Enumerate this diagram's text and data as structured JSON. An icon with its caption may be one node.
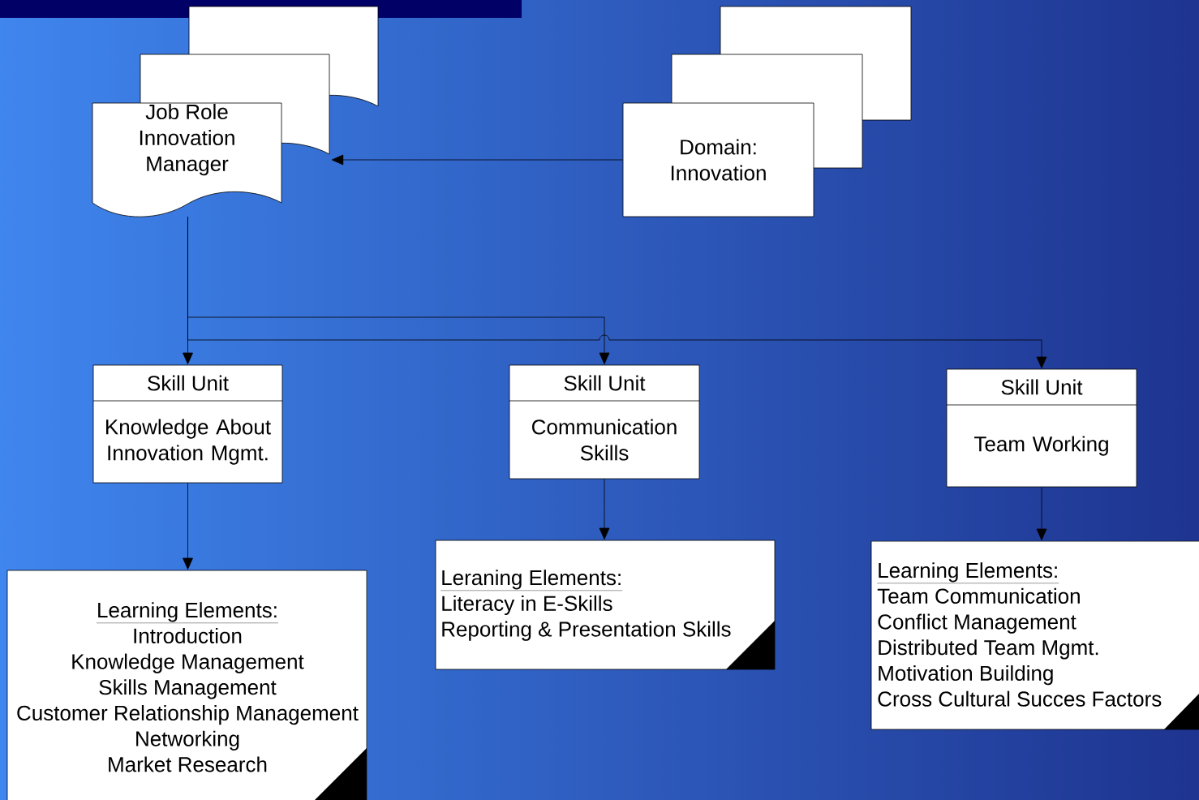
{
  "diagram": {
    "nodes": [
      {
        "text": [
          "Job Role Innovation Manager"
        ]
      },
      {
        "text": [
          "Domain: Innovation"
        ]
      },
      {
        "text": [
          "Skill Unit",
          "Knowledge About Innovation Mgmt."
        ]
      },
      {
        "text": [
          "Skill Unit",
          "Communication Skills"
        ]
      },
      {
        "text": [
          "Skill Unit",
          "Team Working"
        ]
      },
      {
        "text": [
          "Learning Elements:",
          "Introduction",
          "Knowledge Management",
          "Skills Management",
          "Customer Relationship Management",
          "Networking",
          "Market Research"
        ]
      },
      {
        "text": [
          "Leraning Elements:",
          "Literacy in E-Skills",
          "Reporting & Presentation Skills"
        ]
      },
      {
        "text": [
          "Learning Elements:",
          "Team Communication",
          "Conflict Management",
          "Distributed Team Mgmt.",
          "Motivation Building",
          "Cross Cultural Succes Factors"
        ]
      }
    ],
    "edges": [
      {
        "from": 1,
        "to": 0,
        "arrow": "to"
      },
      {
        "from": 0,
        "to": 2,
        "arrow": "to"
      },
      {
        "from": 0,
        "to": 3,
        "arrow": "to"
      },
      {
        "from": 0,
        "to": 4,
        "arrow": "to"
      },
      {
        "from": 2,
        "to": 5,
        "arrow": "to"
      },
      {
        "from": 3,
        "to": 6,
        "arrow": "to"
      },
      {
        "from": 4,
        "to": 7,
        "arrow": "to"
      }
    ]
  }
}
